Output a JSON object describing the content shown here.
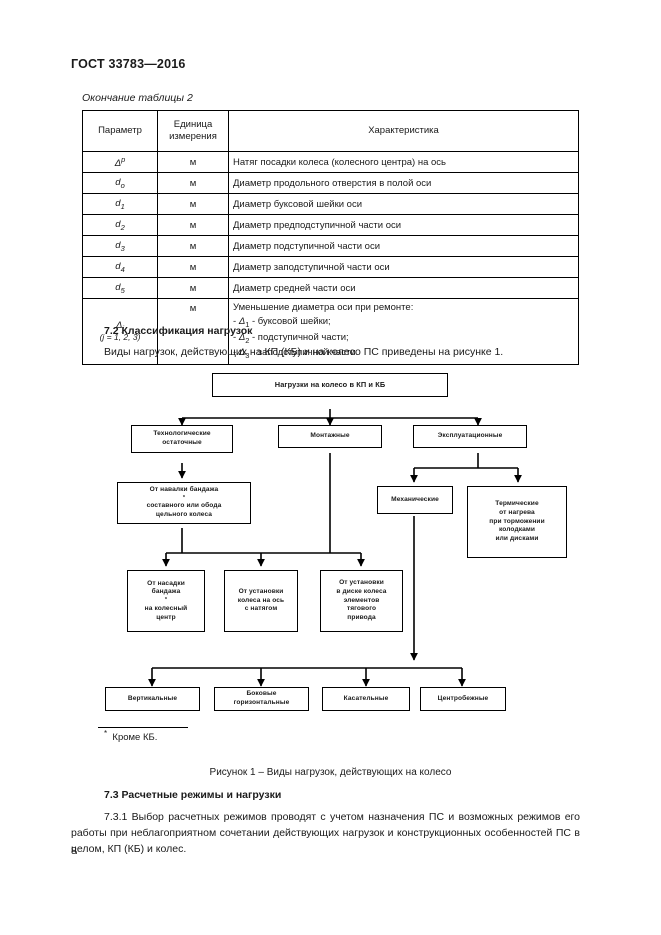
{
  "document": {
    "standard_header": "ГОСТ 33783—2016",
    "table_caption": "Окончание таблицы 2",
    "page_number": "8"
  },
  "table": {
    "headers": {
      "parameter": "Параметр",
      "unit_line1": "Единица",
      "unit_line2": "измерения",
      "characteristic": "Характеристика"
    },
    "rows": [
      {
        "param_base": "Δ",
        "param_sup": "p",
        "param_sub": "",
        "unit": "м",
        "characteristic": "Натяг посадки колеса (колесного центра) на ось"
      },
      {
        "param_base": "d",
        "param_sup": "",
        "param_sub": "о",
        "unit": "м",
        "characteristic": "Диаметр продольного отверстия в полой оси"
      },
      {
        "param_base": "d",
        "param_sup": "",
        "param_sub": "1",
        "unit": "м",
        "characteristic": "Диаметр буксовой шейки оси"
      },
      {
        "param_base": "d",
        "param_sup": "",
        "param_sub": "2",
        "unit": "м",
        "characteristic": "Диаметр предподступичной части оси"
      },
      {
        "param_base": "d",
        "param_sup": "",
        "param_sub": "3",
        "unit": "м",
        "characteristic": "Диаметр подступичной части оси"
      },
      {
        "param_base": "d",
        "param_sup": "",
        "param_sub": "4",
        "unit": "м",
        "characteristic": "Диаметр заподступичной части оси"
      },
      {
        "param_base": "d",
        "param_sup": "",
        "param_sub": "5",
        "unit": "м",
        "characteristic": "Диаметр средней части оси"
      }
    ],
    "last_row": {
      "param_base": "Δ",
      "param_sub": "j",
      "param_note": "(j = 1, 2, 3)",
      "unit": "м",
      "char_title": "Уменьшение диаметра оси при ремонте:",
      "char_items": [
        {
          "sym": "Δ",
          "sub": "1",
          "text": " - буксовой шейки;"
        },
        {
          "sym": "Δ",
          "sub": "2",
          "text": " - подступичной части;"
        },
        {
          "sym": "Δ",
          "sub": "3",
          "text": " - заподступичной части."
        }
      ],
      "dash": "- "
    }
  },
  "sections": {
    "s72_heading": "7.2 Классификация нагрузок",
    "s72_para": "Виды нагрузок, действующих на КП (КБ) и на колесо ПС приведены на рисунке 1.",
    "s73_heading": "7.3 Расчетные режимы и нагрузки",
    "s73_para": "7.3.1 Выбор расчетных режимов проводят с учетом назначения ПС и возможных режимов его работы при неблагоприятном сочетании действующих нагрузок и конструкционных особенностей ПС в целом, КП (КБ) и колес."
  },
  "figure": {
    "footnote_mark": "*",
    "footnote_text": "Кроме КБ.",
    "caption": "Рисунок 1 – Виды нагрузок, действующих на колесо",
    "nodes": {
      "root": "Нагрузки на колесо в КП и КБ",
      "tech": "Технологические остаточные",
      "mount": "Монтажные",
      "oper": "Эксплуатационные",
      "from_rolling_l1": "От навалки бандажа",
      "from_rolling_mark": "*",
      "from_rolling_l2": "составного или обода",
      "from_rolling_l3": "цельного колеса",
      "mech": "Механические",
      "therm_l1": "Термические",
      "therm_l2": "от нагрева",
      "therm_l3": "при торможении",
      "therm_l4": "колодками",
      "therm_l5": "или дисками",
      "press_l1": "От насадки",
      "press_l2": "бандажа",
      "press_mark": "*",
      "press_l3": "на колесный",
      "press_l4": "центр",
      "axle_l1": "От установки",
      "axle_l2": "колеса на ось",
      "axle_l3": "с натягом",
      "drive_l1": "От установки",
      "drive_l2": "в диске колеса",
      "drive_l3": "элементов",
      "drive_l4": "тягового",
      "drive_l5": "привода",
      "vertical": "Вертикальные",
      "lateral_l1": "Боковые",
      "lateral_l2": "горизонтальные",
      "tangential": "Касательные",
      "centrifugal": "Центробежные"
    }
  },
  "colors": {
    "ink": "#1a1a1a",
    "line": "#000000",
    "paper": "#ffffff"
  }
}
